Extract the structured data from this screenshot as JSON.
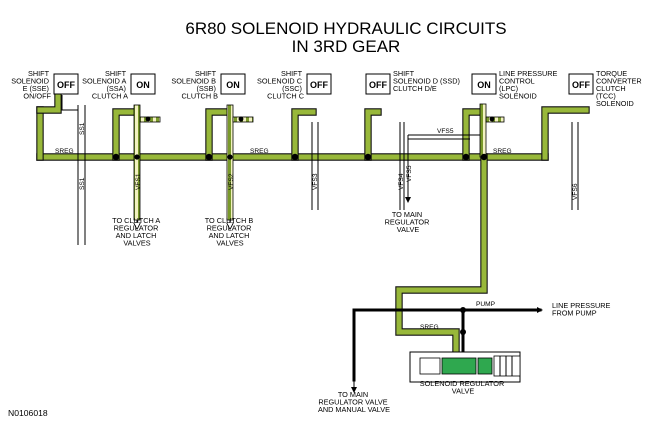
{
  "title_line1": "6R80 SOLENOID HYDRAULIC CIRCUITS",
  "title_line2": "IN 3RD GEAR",
  "figure_id": "N0106018",
  "solenoids": [
    {
      "id": "sse",
      "label": [
        "SHIFT",
        "SOLENOID",
        "E (SSE)",
        "ON/OFF"
      ],
      "state": "OFF"
    },
    {
      "id": "ssa",
      "label": [
        "SHIFT",
        "SOLENOID A",
        "(SSA)",
        "CLUTCH A"
      ],
      "state": "ON"
    },
    {
      "id": "ssb",
      "label": [
        "SHIFT",
        "SOLENOID B",
        "(SSB)",
        "CLUTCH B"
      ],
      "state": "ON"
    },
    {
      "id": "ssc",
      "label": [
        "SHIFT",
        "SOLENOID C",
        "(SSC)",
        "CLUTCH C"
      ],
      "state": "OFF"
    },
    {
      "id": "ssd",
      "label": [
        "SHIFT",
        "SOLENOID D (SSD)",
        "CLUTCH D/E"
      ],
      "state": "OFF"
    },
    {
      "id": "lpc",
      "label": [
        "LINE PRESSURE",
        "CONTROL",
        "(LPC)",
        "SOLENOID"
      ],
      "state": "ON"
    },
    {
      "id": "tcc",
      "label": [
        "TORQUE",
        "CONVERTER",
        "CLUTCH",
        "(TCC)",
        "SOLENOID"
      ],
      "state": "OFF"
    }
  ],
  "line_labels": {
    "ss1_top": "SS1",
    "ss1_bottom": "SS1",
    "sreg_left": "SREG",
    "sreg_mid": "SREG",
    "sreg_right": "SREG",
    "sreg_bottom": "SREG",
    "vfs1": "VFS1",
    "vfs2": "VFS2",
    "vfs3": "VFS3",
    "vfs4": "VFS4",
    "vfs5_vert": "VFS5",
    "vfs5_horiz": "VFS5",
    "vfs6": "VFS6",
    "pump": "PUMP"
  },
  "destinations": {
    "clutch_a": [
      "TO CLUTCH A",
      "REGULATOR",
      "AND LATCH",
      "VALVES"
    ],
    "clutch_b": [
      "TO CLUTCH B",
      "REGULATOR",
      "AND LATCH",
      "VALVES"
    ],
    "main_reg": [
      "TO MAIN",
      "REGULATOR",
      "VALVE"
    ],
    "line_pressure": [
      "LINE PRESSURE",
      "FROM PUMP"
    ],
    "main_manual": [
      "TO MAIN",
      "REGULATOR VALVE",
      "AND MANUAL VALVE"
    ],
    "solenoid_regulator": [
      "SOLENOID REGULATOR",
      "VALVE"
    ]
  },
  "colors": {
    "sreg_green": "#98b83a",
    "hatch_yellow": "#f2f2c0",
    "valve_green": "#2fa84f",
    "outline": "#000000"
  }
}
